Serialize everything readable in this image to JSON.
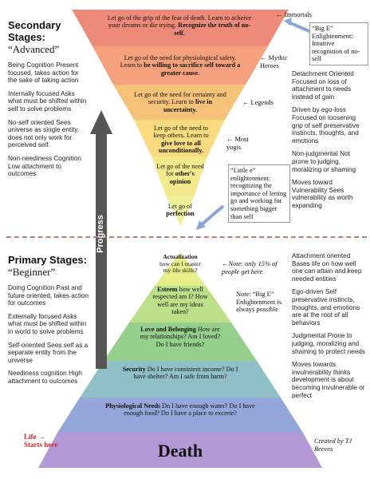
{
  "left_top": {
    "title": "Secondary Stages:",
    "subtitle": "“Advanced”",
    "blocks": [
      "Being Cognition Present focused, takes action for the sake of taking action",
      "Internally focused Asks what must be shifted within self to solve problems",
      "No-self oriented Sees universe as single entity, does not only work for perceived self.",
      "Non-neediness Cognition Low attachment to outcomes"
    ]
  },
  "left_bottom": {
    "title": "Primary Stages:",
    "subtitle": "“Beginner”",
    "blocks": [
      "Doing Cognition Past and future oriented, takes action for outcomes",
      "Externally focused Asks what must be shifted within in world to solve problems",
      "Self-oriented Sees self as a separate entity from the universe",
      "Neediness cognition High attachment to outcomes"
    ],
    "life_starts": "Life → Starts here"
  },
  "right_top": {
    "blocks": [
      "Detachment Oriented Focused on loss of attachment to needs instead of gain",
      "Driven by ego-loss Focused on loosening grip of self preservative instincts, thoughts, and emotions",
      "Non-judgmental Not prone to judging, moralizing or shaming",
      "Moves toward Vulnerability Sees vulnerability as worth expanding"
    ]
  },
  "right_bottom": {
    "blocks": [
      "Attachment oriented Bases life on how well one can attain and keep needed entities",
      "Ego-driven Self preservative instincts, thoughts, and emotions are at the root of all behaviors",
      "Judgmental Prone to judging, moralizing and shaming to protect needs",
      "Moves towards invulnerability thinks development is about becoming invulnerable or perfect"
    ]
  },
  "inverted_pyramid": [
    {
      "plain": "Let go of the grip of the fear of death. Learn to acheive your dreams or die trying. ",
      "bold": "Recognize the truth of no-self.",
      "color": "#ee8a7a"
    },
    {
      "plain": "Let go of the need for physiological safety. Learn to ",
      "bold": "be willing to sacrifice self toward a greater cause.",
      "color": "#f4a07c"
    },
    {
      "plain": "Let go of the need for certainty and security. Learn to ",
      "bold": "live in uncertainty.",
      "color": "#f6c27a"
    },
    {
      "plain": "Let go of the need to keep others. Learn to ",
      "bold": "give love to all unconditionally.",
      "color": "#f7db7e"
    },
    {
      "plain": "Let go of the need for ",
      "bold": "other's opinion",
      "color": "#f3e98c"
    },
    {
      "plain": "Let go of ",
      "bold": "perfection",
      "color": "#eef09a"
    }
  ],
  "upright_pyramid": [
    {
      "bold": "Actualization",
      "plain": " how can I master my life skills?",
      "color": "#e4ee8a"
    },
    {
      "bold": "Esteem",
      "plain": " how well respected am I? How well are my ideas taken?",
      "color": "#bcdf8a"
    },
    {
      "bold": "Love and Belonging",
      "plain": " How are my relationships? Am I loved? Do I have friends?",
      "color": "#96cf8c"
    },
    {
      "bold": "Security",
      "plain": " Do I have consistent income? Do I have shelter? Am I safe from harm?",
      "color": "#8fc0c8"
    },
    {
      "bold": "Physiological Needs",
      "plain": " Do I have enough water? Do I have enough food? Do I have a place to excrete?",
      "color": "#95a6db"
    },
    {
      "bold": "Death",
      "plain": "",
      "color": "#b39ad6"
    }
  ],
  "tags": {
    "immortals": "← Immortals",
    "mythic": "← Mythic Heroes",
    "legends": "← Legends",
    "yogis": "← Most yogis"
  },
  "notes": {
    "big_e": "“Big E” Enlightenment: Intuitive recognition of no-self",
    "little_e": "“Little e” enlightenment: recognizing the importance of letting go and working for something bigger than self",
    "only15": "←Note: only 15% of people get here",
    "big_e_possible": "Note: “Big E” Enlightenment is always possible",
    "credit": "Created by TJ Reeves"
  },
  "progress_label": "Progress"
}
